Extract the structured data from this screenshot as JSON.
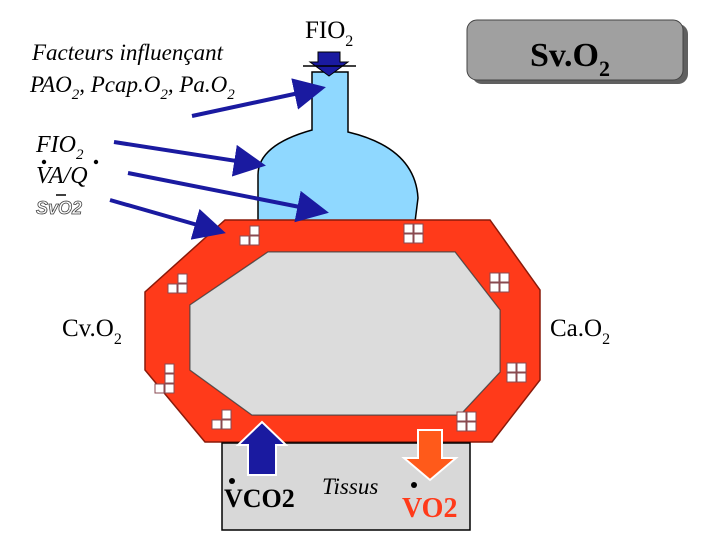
{
  "labels": {
    "fio2_top": {
      "main": "FIO",
      "sub": "2"
    },
    "sv_box": {
      "main": "Sv.O",
      "sub": "2"
    },
    "facteurs_line1": "Facteurs influençant",
    "facteurs_line2": {
      "a": "PAO",
      "a_sub": "2",
      "b": ", Pcap.O",
      "b_sub": "2",
      "c": ", Pa.O",
      "c_sub": "2"
    },
    "fio2_left": {
      "main": "FIO",
      "sub": "2"
    },
    "va_q": "VA/Q",
    "svo2_left": "SvO2",
    "cvo2": {
      "main": "Cv.O",
      "sub": "2"
    },
    "cao2": {
      "main": "Ca.O",
      "sub": "2"
    },
    "tissus": "Tissus",
    "vco2": "VCO2",
    "vo2": "VO2"
  },
  "colors": {
    "loop_fill": "#ff3a1a",
    "loop_stroke": "#8a1a0a",
    "lung_fill": "#8fd8ff",
    "inner_fill": "#dcdcdc",
    "tissue_fill": "#d8d8d8",
    "arrow_blue": "#1a1aa0",
    "arrow_orange": "#ff5a1a",
    "sv_box_fill": "#a0a0a0"
  }
}
